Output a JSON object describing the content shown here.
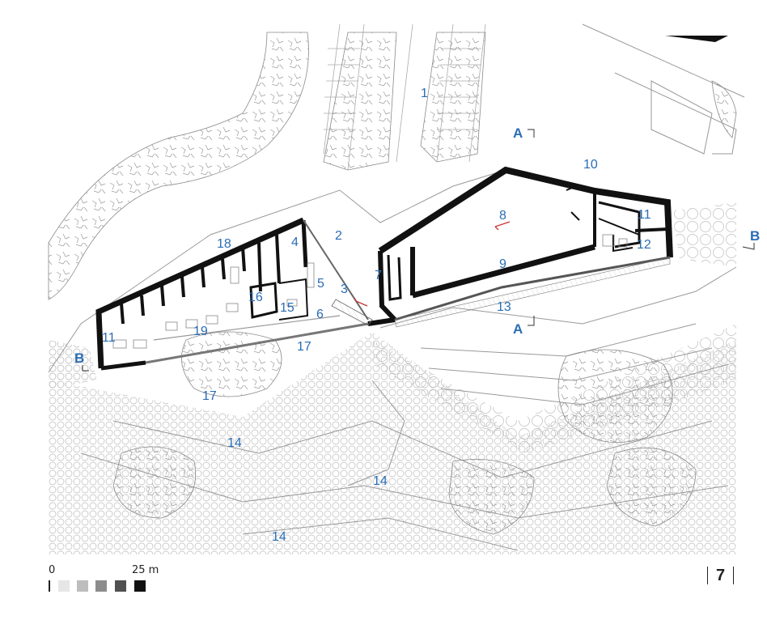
{
  "labels": {
    "l1": "1",
    "l2": "2",
    "l3": "3",
    "l4": "4",
    "l5": "5",
    "l6": "6",
    "l7": "7",
    "l8": "8",
    "l9": "9",
    "l10": "10",
    "l11a": "11",
    "l11b": "11",
    "l12": "12",
    "l13": "13",
    "l14a": "14",
    "l14b": "14",
    "l14c": "14",
    "l15": "15",
    "l16": "16",
    "l17a": "17",
    "l17b": "17",
    "l18": "18",
    "l19": "19"
  },
  "section_marks": {
    "a_top": "A",
    "a_bottom": "A",
    "b_left": "B",
    "b_right": "B"
  },
  "scale": {
    "zero": "0",
    "max": "25 m"
  },
  "page_number": "7",
  "colors": {
    "label": "#2a6db5",
    "wall": "#111111",
    "vegetation": "#9a9a9a",
    "paving": "#b5b5b5"
  }
}
